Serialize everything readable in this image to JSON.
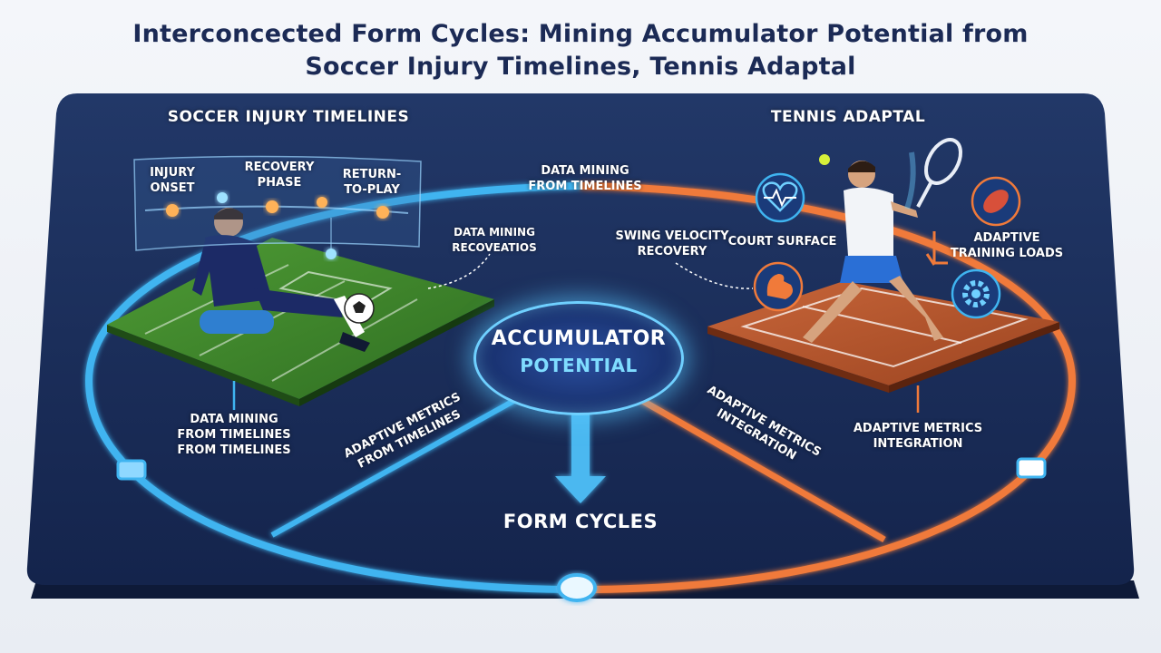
{
  "title": {
    "line1": "Interconcected Form Cycles: Mining Accumulator Potential from",
    "line2": "Soccer Injury Timelines, Tennis Adaptal"
  },
  "soccer": {
    "heading": "SOCCER INJURY TIMELINES",
    "timeline": {
      "injury_onset": "INJURY\nONSET",
      "recovery_phase": "RECOVERY\nPHASE",
      "return_to_play": "RETURN-\nTO-PLAY"
    },
    "data_mining_recoveatios": "DATA MINING\nRECOVEATIOS",
    "data_mining_from_timelines": "DATA MINING\nFROM TIMELINES\nFROM TIMELINES",
    "adaptive_metrics": "ADAPTIVE METRICS\nFROM TIMELINES"
  },
  "center": {
    "top_label": "DATA MINING\nFROM TIMELINES",
    "accumulator_line1": "ACCUMULATOR",
    "accumulator_line2": "POTENTIAL",
    "form_cycles": "FORM CYCLES"
  },
  "tennis": {
    "heading": "TENNIS ADAPTAL",
    "swing_velocity": "SWING VELOCITY\nRECOVERY",
    "court_surface": "COURT SURFACE",
    "adaptive_training": "ADAPTIVE\nTRAINING LOADS",
    "adaptive_metrics_diag": "ADAPTIVE METRICS\nINTEGRATION",
    "adaptive_metrics_integration": "ADAPTIVE METRICS\nINTEGRATION"
  },
  "icons": [
    "heart-rate-icon",
    "muscle-icon",
    "flexed-arm-icon",
    "gear-icon",
    "soccer-ball-icon",
    "tennis-ball-icon"
  ],
  "colors": {
    "board": "#1b2d5a",
    "soccer_ring": "#3fb4f0",
    "tennis_ring": "#f07a3a",
    "grass": "#3e8a2c",
    "clay": "#b8552a",
    "title": "#1b2a55"
  }
}
